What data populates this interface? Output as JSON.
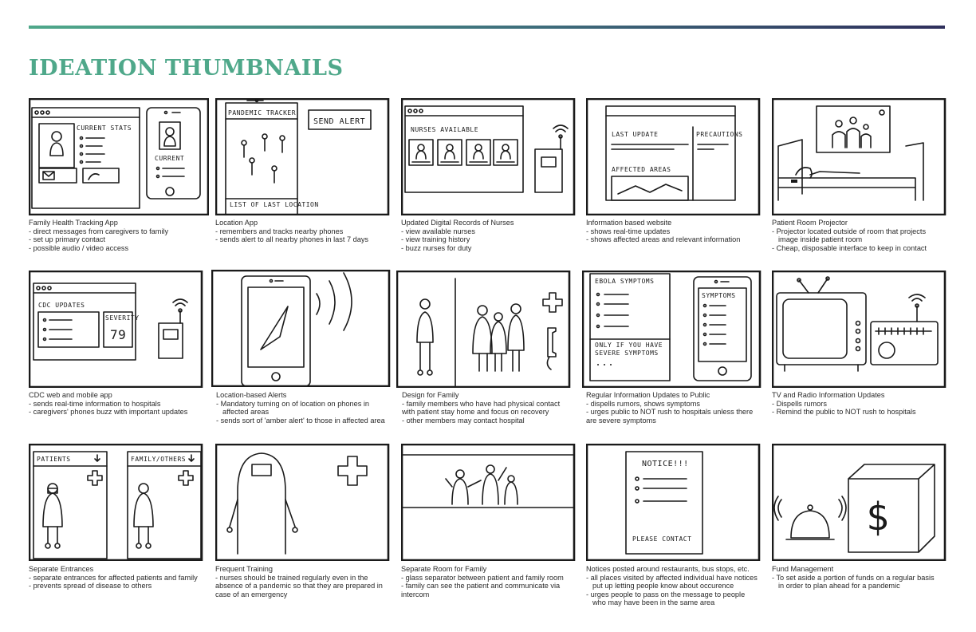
{
  "page": {
    "title": "IDEATION THUMBNAILS"
  },
  "cards": [
    {
      "title": "Family Health Tracking App",
      "lines": [
        "- direct messages from caregivers to family",
        "- set up primary contact",
        "- possible audio / video access"
      ],
      "sketch": {
        "label_stats": "CURRENT STATS",
        "label_current": "CURRENT"
      }
    },
    {
      "title": "Location App",
      "lines": [
        "- remembers and tracks nearby phones",
        "- sends alert to all nearby phones in last 7 days"
      ],
      "sketch": {
        "label_tracker": "PANDEMIC TRACKER",
        "label_alert": "SEND ALERT",
        "label_list": "LIST OF LAST LOCATION"
      }
    },
    {
      "title": "Updated Digital Records of Nurses",
      "lines": [
        "- view available nurses",
        "- view training history",
        "- buzz nurses for duty"
      ],
      "sketch": {
        "label_nurses": "NURSES AVAILABLE"
      }
    },
    {
      "title": "Information based website",
      "lines": [
        "- shows real-time updates",
        "- shows affected areas and relevant information"
      ],
      "sketch": {
        "label_update": "LAST UPDATE",
        "label_precautions": "PRECAUTIONS",
        "label_areas": "AFFECTED AREAS"
      }
    },
    {
      "title": "Patient Room Projector",
      "lines": [
        "- Projector located outside of room that projects",
        "image inside patient room",
        "- Cheap, disposable interface to keep in contact"
      ]
    },
    {
      "title": "CDC web and mobile app",
      "lines": [
        "- sends real-time information to hospitals",
        "- caregivers' phones buzz with important updates"
      ],
      "sketch": {
        "label_cdc": "CDC UPDATES",
        "label_severity": "SEVERITY",
        "label_num": "79"
      }
    },
    {
      "title": "Location-based Alerts",
      "lines": [
        "- Mandatory turning on of location on phones in",
        "affected areas",
        "- sends sort of 'amber alert' to those in affected area"
      ]
    },
    {
      "title": "Design for Family",
      "lines": [
        "- family members who have had physical contact",
        "with patient stay home and focus on recovery",
        "- other members may contact hospital"
      ]
    },
    {
      "title": "Regular Information Updates to Public",
      "lines": [
        "- dispells rumors, shows symptoms",
        "- urges public to NOT rush to hospitals unless there",
        "are severe symptoms"
      ],
      "sketch": {
        "label_ebola": "EBOLA SYMPTOMS",
        "label_symptoms": "SYMPTOMS",
        "label_only": "ONLY IF YOU HAVE",
        "label_severe": "SEVERE SYMPTOMS"
      }
    },
    {
      "title": "TV and Radio Information Updates",
      "lines": [
        "- Dispells rumors",
        "- Remind the public to NOT rush to hospitals"
      ]
    },
    {
      "title": "Separate Entrances",
      "lines": [
        "- separate entrances for affected patients and family",
        "- prevents spread of disease to others"
      ],
      "sketch": {
        "label_patients": "PATIENTS",
        "label_family": "FAMILY/OTHERS"
      }
    },
    {
      "title": "Frequent Training",
      "lines": [
        "- nurses should be trained regularly even in the",
        "absence of a pandemic so that they are prepared in",
        "case of an emergency"
      ]
    },
    {
      "title": "Separate Room for Family",
      "lines": [
        "- glass separator between patient and family room",
        "- family can see the patient and communicate via",
        "intercom"
      ]
    },
    {
      "title": "Notices posted around restaurants, bus stops, etc.",
      "lines": [
        "- all places visited by affected individual have notices",
        "put up letting people know about occurence",
        "- urges people to pass on the message to people",
        "who may have been in the same area"
      ],
      "sketch": {
        "label_notice": "NOTICE!!!",
        "label_contact": "PLEASE CONTACT"
      }
    },
    {
      "title": "Fund Management",
      "lines": [
        "- To set aside a portion of funds on a regular basis",
        "in order to plan ahead for a pandemic"
      ],
      "sketch": {
        "label_dollar": "$"
      }
    }
  ]
}
